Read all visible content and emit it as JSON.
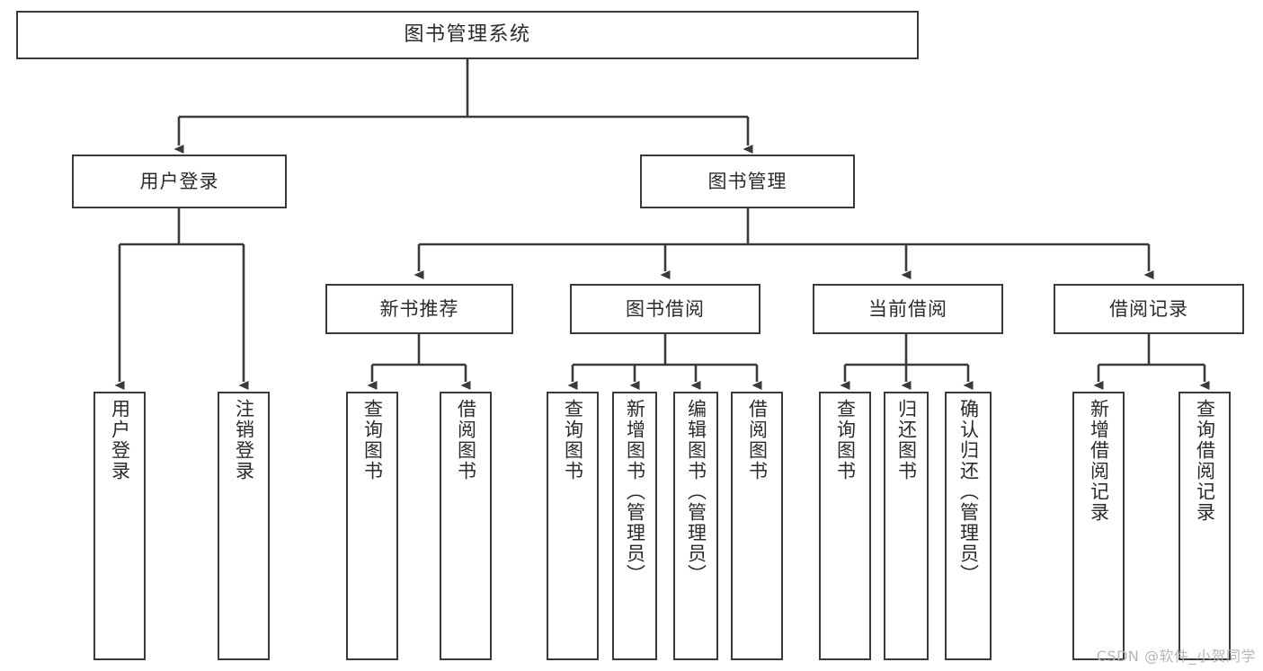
{
  "diagram": {
    "title": "图书管理系统",
    "type": "tree-hierarchy",
    "colors": {
      "border": "#3a3a3a",
      "text": "#2b2b2b",
      "background": "#ffffff",
      "watermark": "#b6b6b6"
    }
  },
  "watermark": {
    "text": "CSDN @软件_小贺同学"
  },
  "nodes": {
    "root": {
      "label": "图书管理系统"
    },
    "level1": [
      {
        "label": "用户登录"
      },
      {
        "label": "图书管理"
      }
    ],
    "level2": [
      {
        "label": "新书推荐"
      },
      {
        "label": "图书借阅"
      },
      {
        "label": "当前借阅"
      },
      {
        "label": "借阅记录"
      }
    ],
    "leaves": {
      "user_login": [
        {
          "label": "用户登录"
        },
        {
          "label": "注销登录"
        }
      ],
      "new_book_recommend": [
        {
          "label": "查询图书"
        },
        {
          "label": "借阅图书"
        }
      ],
      "book_borrow": [
        {
          "label": "查询图书"
        },
        {
          "label": "新增图书（管理员）"
        },
        {
          "label": "编辑图书（管理员）"
        },
        {
          "label": "借阅图书"
        }
      ],
      "current_borrow": [
        {
          "label": "查询图书"
        },
        {
          "label": "归还图书"
        },
        {
          "label": "确认归还（管理员）"
        }
      ],
      "borrow_record": [
        {
          "label": "新增借阅记录"
        },
        {
          "label": "查询借阅记录"
        }
      ]
    }
  }
}
